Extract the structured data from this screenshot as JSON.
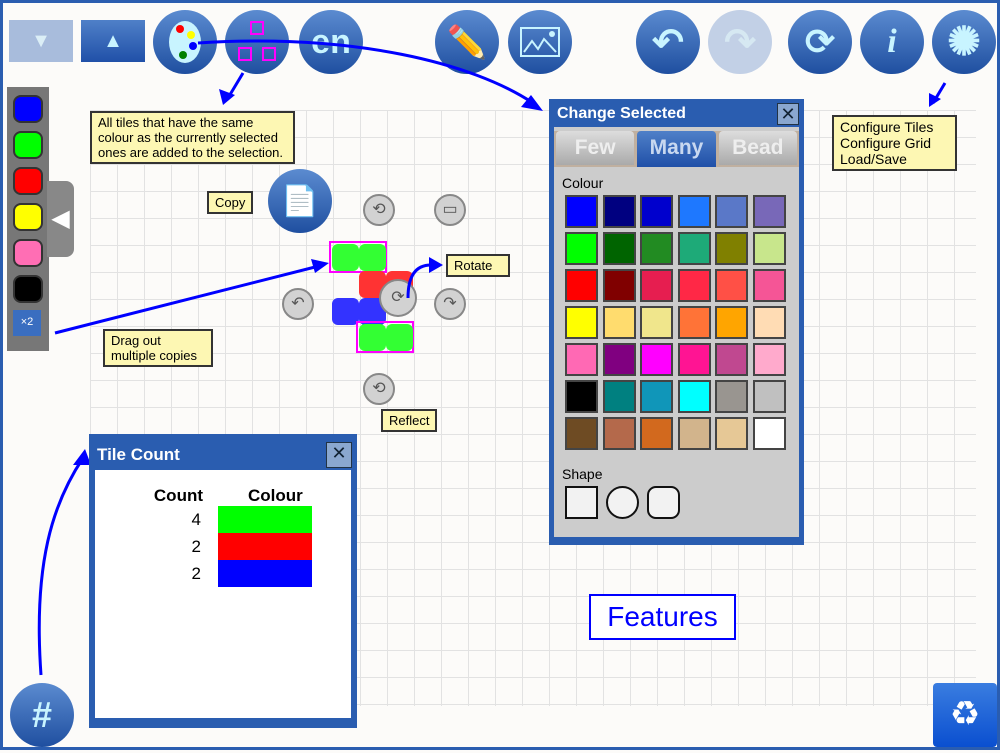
{
  "toolbar": {
    "buttons": [
      "scroll-down",
      "scroll-up",
      "palette",
      "select-same-colour",
      "language",
      "pencil",
      "background-image",
      "undo",
      "redo",
      "refresh",
      "info",
      "settings"
    ],
    "language_label": "en",
    "info_label": "i"
  },
  "notes": {
    "select_same": "All tiles that have the same colour as the currently selected ones are added to the selection.",
    "copy": "Copy",
    "rotate": "Rotate",
    "drag": "Drag out multiple copies",
    "reflect": "Reflect",
    "config": [
      "Configure Tiles",
      "Configure Grid",
      "Load/Save"
    ],
    "features": "Features"
  },
  "palette": {
    "colors": [
      "#0000ff",
      "#00ff00",
      "#ff0000",
      "#ffff00",
      "#ff6eb4",
      "#000000"
    ],
    "multiplier": "×2"
  },
  "change_selected": {
    "title": "Change Selected",
    "tabs": [
      "Few",
      "Many",
      "Bead"
    ],
    "active_tab": "Many",
    "colour_label": "Colour",
    "shape_label": "Shape",
    "colors": [
      "#0000ff",
      "#000080",
      "#0000cd",
      "#1e78ff",
      "#5a78c8",
      "#7868b8",
      "#00ff00",
      "#006400",
      "#228b22",
      "#1eaa78",
      "#808000",
      "#c8e68c",
      "#ff0000",
      "#800000",
      "#e61e50",
      "#ff2846",
      "#ff5046",
      "#f55596",
      "#ffff00",
      "#ffdc6e",
      "#f0e68c",
      "#ff7337",
      "#ffa500",
      "#ffdcb4",
      "#ff69b4",
      "#800080",
      "#ff00ff",
      "#ff1493",
      "#c04890",
      "#ffaacc",
      "#000000",
      "#008080",
      "#1096b9",
      "#00ffff",
      "#999590",
      "#c0c0c0",
      "#6e4b23",
      "#b4694b",
      "#d2691e",
      "#d2b48c",
      "#e6c896",
      "#ffffff"
    ],
    "shapes": [
      "square",
      "circle",
      "rounded-square"
    ]
  },
  "tile_count": {
    "title": "Tile Count",
    "headers": [
      "Count",
      "Colour"
    ],
    "rows": [
      {
        "count": "4",
        "color": "#00ff00"
      },
      {
        "count": "2",
        "color": "#ff0000"
      },
      {
        "count": "2",
        "color": "#0000ff"
      }
    ]
  },
  "grid_button": "#"
}
